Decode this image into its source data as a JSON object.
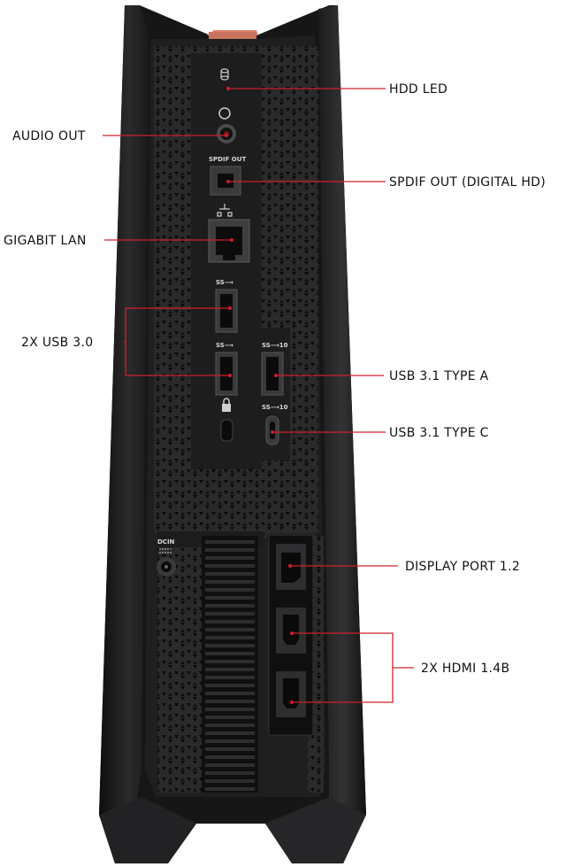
{
  "diagram": {
    "labels": {
      "hdd_led": "HDD LED",
      "audio_out": "AUDIO OUT",
      "spdif_out": "SPDIF OUT (DIGITAL HD)",
      "gigabit_lan": "GIGABIT LAN",
      "usb30": "2X USB 3.0",
      "usb31_a": "USB 3.1 TYPE A",
      "usb31_c": "USB 3.1 TYPE C",
      "display_port": "DISPLAY PORT 1.2",
      "hdmi": "2X HDMI 1.4B"
    },
    "panel_text": {
      "spdif": "SPDIF OUT",
      "dcin": "DCIN"
    },
    "colors": {
      "pointer_line": "#d0202a",
      "case_dark": "#1b1b1c",
      "case_edge": "#3a3a3c",
      "accent_copper": "#d9826a"
    }
  }
}
